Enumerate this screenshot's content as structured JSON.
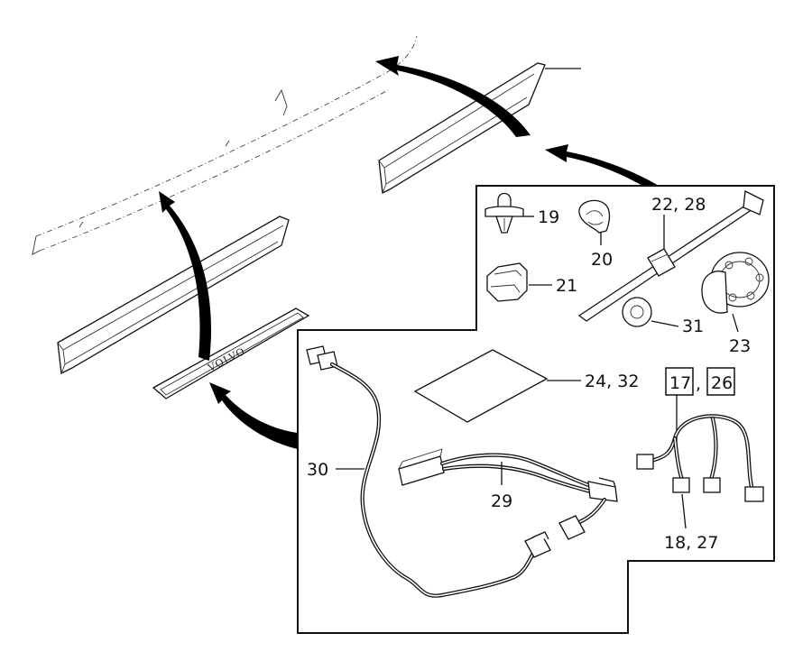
{
  "brand_logo_text": "VOLVO",
  "callouts": {
    "c19": "19",
    "c20": "20",
    "c21": "21",
    "c2228": "22, 28",
    "c23": "23",
    "c2432": "24, 32",
    "c17": "17",
    "c26": "26",
    "c1726_sep": ",",
    "c1827": "18, 27",
    "c29": "29",
    "c30": "30",
    "c31": "31"
  }
}
